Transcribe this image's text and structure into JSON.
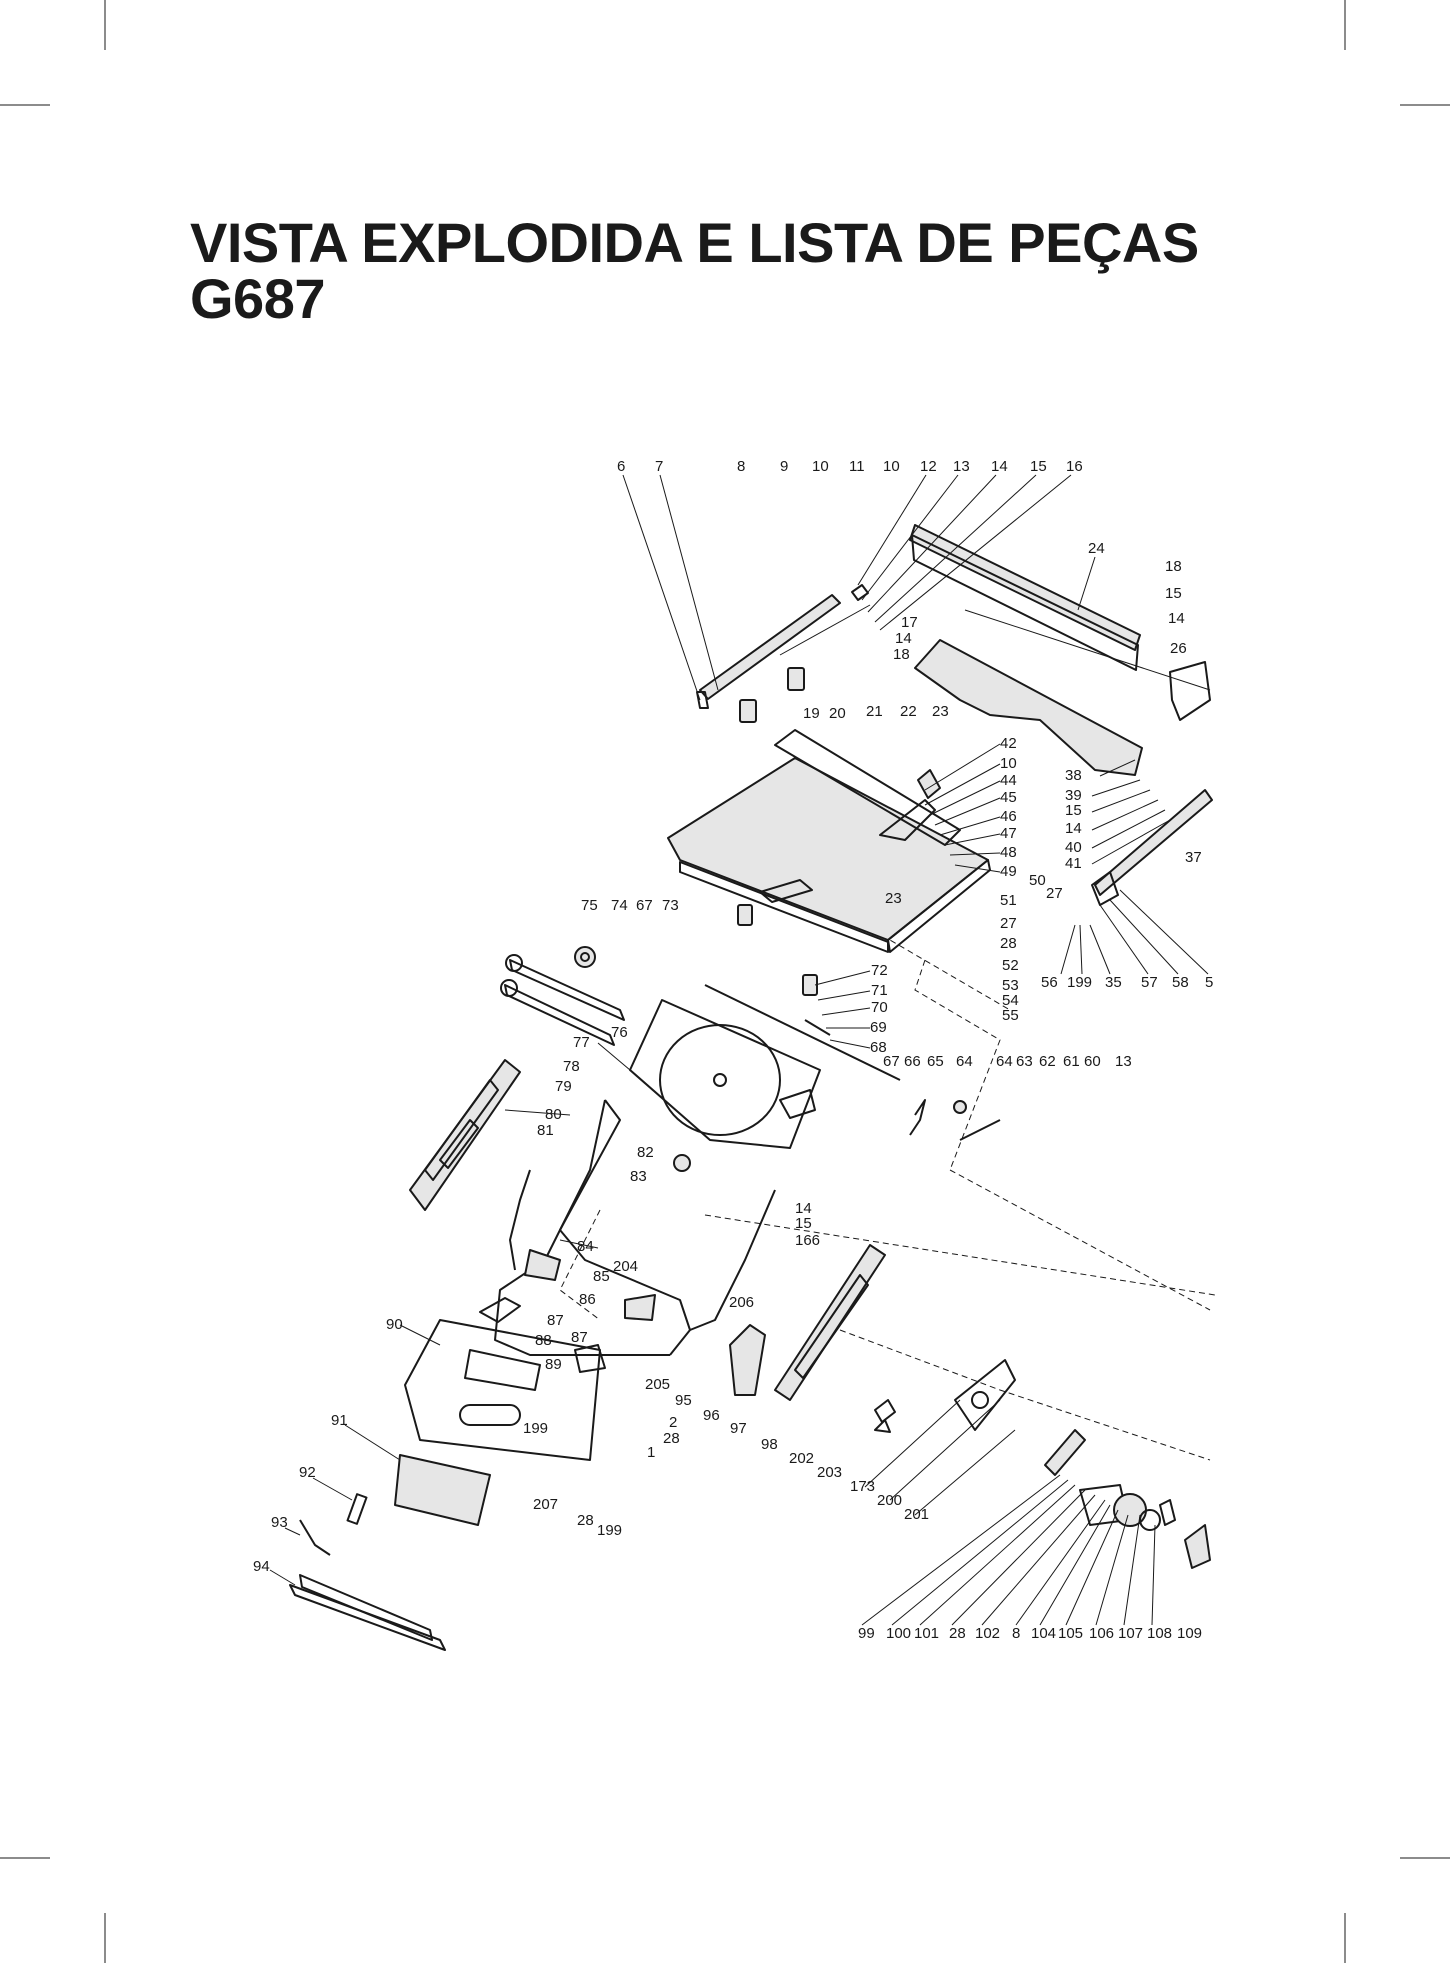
{
  "title": {
    "line1": "VISTA EXPLODIDA E LISTA DE PEÇAS",
    "line2": "G687"
  },
  "callouts": {
    "top_row": [
      "6",
      "7",
      "8",
      "9",
      "10",
      "11",
      "10",
      "12",
      "13",
      "14",
      "15",
      "16"
    ],
    "fence_right": [
      "24",
      "18",
      "15",
      "14",
      "26"
    ],
    "fence_left": [
      "17",
      "14",
      "18"
    ],
    "table_top": [
      "19",
      "20",
      "21",
      "22",
      "23"
    ],
    "miter_stack": [
      "42",
      "10",
      "44",
      "45",
      "46",
      "47",
      "48",
      "49",
      "51",
      "27",
      "28",
      "52",
      "53",
      "54",
      "55"
    ],
    "rail_side": [
      "38",
      "39",
      "15",
      "14",
      "40",
      "41",
      "37",
      "50",
      "27"
    ],
    "rail_bottom": [
      "56",
      "199",
      "35",
      "57",
      "58",
      "5"
    ],
    "table_mid": [
      "23"
    ],
    "wrench_group": [
      "75",
      "74",
      "67",
      "73",
      "76"
    ],
    "carriage": [
      "72",
      "71",
      "70",
      "69",
      "68"
    ],
    "handwheel": [
      "67",
      "66",
      "65",
      "64",
      "64",
      "63",
      "62",
      "61",
      "60",
      "13"
    ],
    "frame": [
      "77",
      "78",
      "79",
      "80",
      "81",
      "82",
      "83",
      "14",
      "15",
      "166",
      "84",
      "85",
      "204",
      "86",
      "206",
      "87",
      "87",
      "88",
      "89",
      "90",
      "199",
      "205",
      "95",
      "96",
      "97",
      "2",
      "28",
      "1"
    ],
    "lower_left": [
      "91",
      "92",
      "93",
      "94",
      "207",
      "28",
      "199"
    ],
    "lower_mid": [
      "98",
      "202",
      "203",
      "173",
      "200",
      "201"
    ],
    "bottom_row": [
      "99",
      "100",
      "101",
      "28",
      "102",
      "8",
      "104",
      "105",
      "106",
      "107",
      "108",
      "109"
    ]
  }
}
